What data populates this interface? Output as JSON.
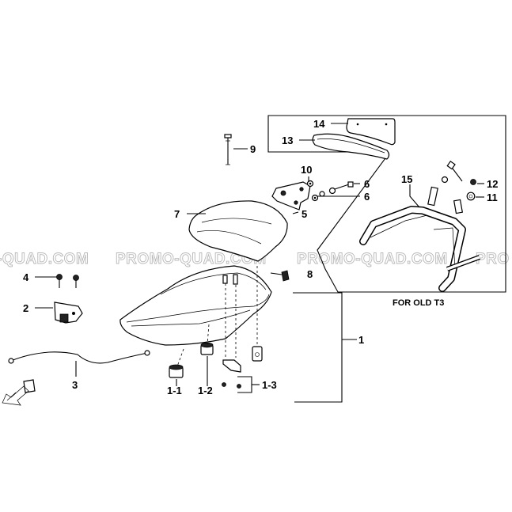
{
  "watermark": {
    "left": "-QUAD.COM",
    "center1": "PROMO-QUAD.COM",
    "center2": "PROMO-QUAD.COM",
    "right": "PRO"
  },
  "inset_note": "FOR OLD T3",
  "callouts": {
    "c1": "1",
    "c1_1": "1-1",
    "c1_2": "1-2",
    "c1_3": "1-3",
    "c2": "2",
    "c3": "3",
    "c4": "4",
    "c5": "5",
    "c6a": "6",
    "c6b": "6",
    "c7": "7",
    "c8": "8",
    "c9": "9",
    "c10": "10",
    "c11": "11",
    "c12": "12",
    "c13": "13",
    "c14": "14",
    "c15": "15"
  }
}
